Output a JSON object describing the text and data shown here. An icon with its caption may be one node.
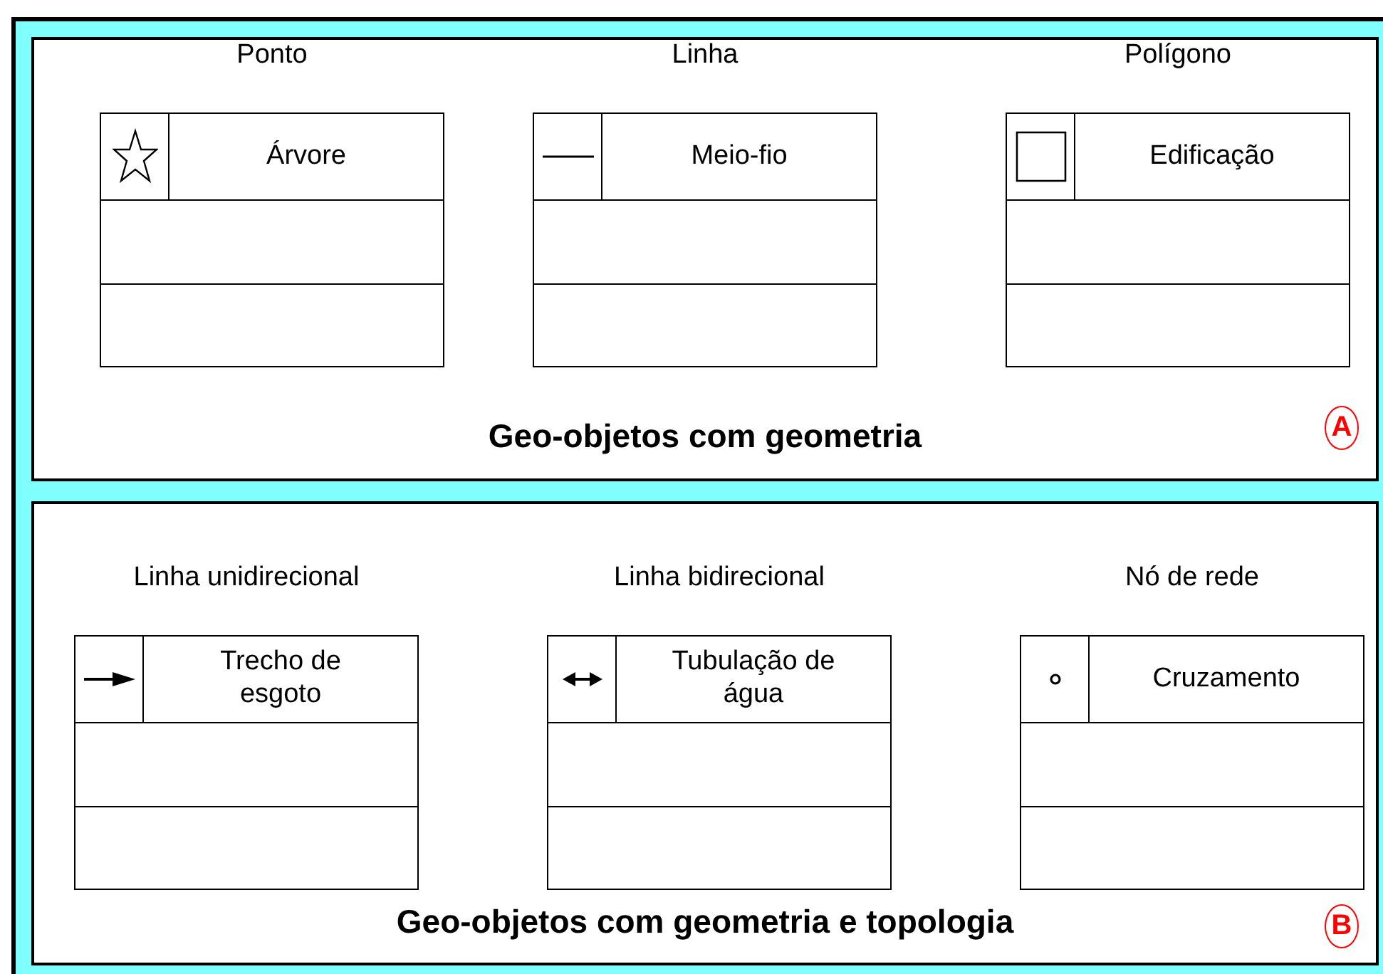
{
  "diagram": {
    "nodes": [
      {
        "text": [
          "Geo-objetos com geometria"
        ]
      },
      {
        "text": [
          "Ponto",
          "Árvore"
        ],
        "in": 0
      },
      {
        "text": [
          "Linha",
          "Meio-fio"
        ],
        "in": 0
      },
      {
        "text": [
          "Polígono",
          "Edificação"
        ],
        "in": 0
      },
      {
        "text": [
          "A"
        ],
        "in": 0
      },
      {
        "text": [
          "Geo-objetos com geometria e topologia"
        ]
      },
      {
        "text": [
          "Linha unidirecional",
          "Trecho de esgoto"
        ],
        "in": 5
      },
      {
        "text": [
          "Linha bidirecional",
          "Tubulação de água"
        ],
        "in": 5
      },
      {
        "text": [
          "Nó de rede",
          "Cruzamento"
        ],
        "in": 5
      },
      {
        "text": [
          "B"
        ],
        "in": 5
      }
    ]
  }
}
